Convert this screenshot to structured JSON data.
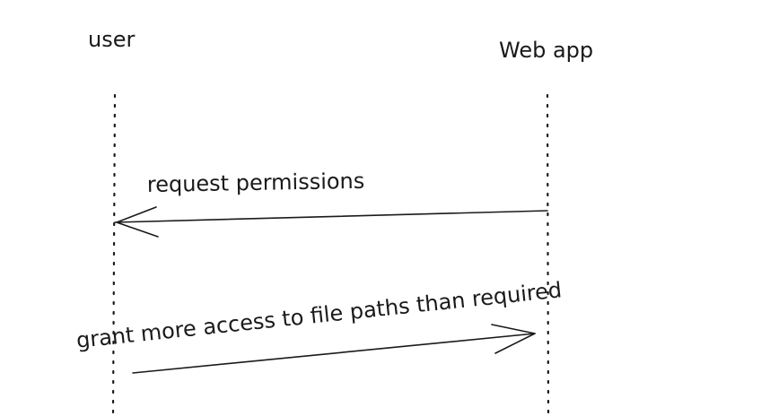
{
  "participants": {
    "user": "user",
    "web_app": "Web app"
  },
  "messages": [
    {
      "label": "request permissions",
      "from": "Web app",
      "to": "user"
    },
    {
      "label": "grant more access to file paths than required",
      "from": "user",
      "to": "Web app"
    }
  ]
}
